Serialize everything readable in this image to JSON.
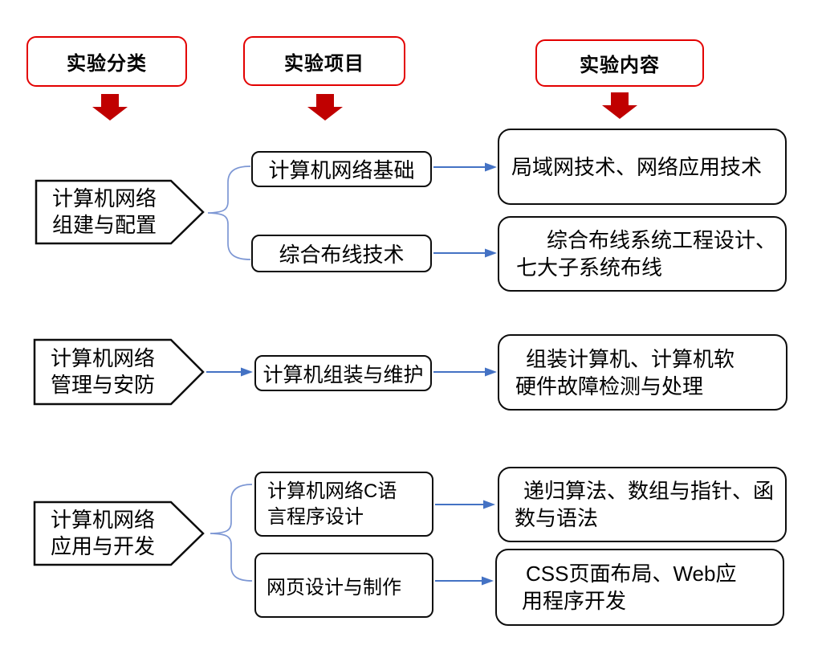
{
  "diagram": {
    "headers": [
      {
        "label": "实验分类"
      },
      {
        "label": "实验项目"
      },
      {
        "label": "实验内容"
      }
    ],
    "rows": [
      {
        "category": {
          "lines": [
            "计算机网络",
            "组建与配置"
          ]
        },
        "projects": [
          {
            "label": "计算机网络基础"
          },
          {
            "label": "综合布线技术"
          }
        ],
        "contents": [
          {
            "lines": [
              "局域网技术、网络应用技术"
            ]
          },
          {
            "lines": [
              "综合布线系统工程设计、",
              "七大子系统布线"
            ]
          }
        ]
      },
      {
        "category": {
          "lines": [
            "计算机网络",
            "管理与安防"
          ]
        },
        "projects": [
          {
            "label": "计算机组装与维护"
          }
        ],
        "contents": [
          {
            "lines": [
              "组装计算机、计算机软",
              "硬件故障检测与处理"
            ]
          }
        ]
      },
      {
        "category": {
          "lines": [
            "计算机网络",
            "应用与开发"
          ]
        },
        "projects": [
          {
            "lines": [
              "计算机网络C语",
              "言程序设计"
            ]
          },
          {
            "label": "网页设计与制作"
          }
        ],
        "contents": [
          {
            "lines": [
              "递归算法、数组与指针、函",
              "数与语法"
            ]
          },
          {
            "lines": [
              "CSS页面布局、Web应",
              "用程序开发"
            ]
          }
        ]
      }
    ],
    "icons": {
      "down_arrow": "red-block-down-arrow",
      "right_arrow": "blue-right-arrow",
      "brace": "blue-curly-brace-connector"
    },
    "colors": {
      "header_border": "#E30000",
      "down_arrow_fill": "#C00000",
      "connector_blue": "#4472C4",
      "brace_blue": "#7D97D4",
      "box_border": "#000000",
      "background": "#FFFFFF",
      "text": "#000000"
    }
  }
}
